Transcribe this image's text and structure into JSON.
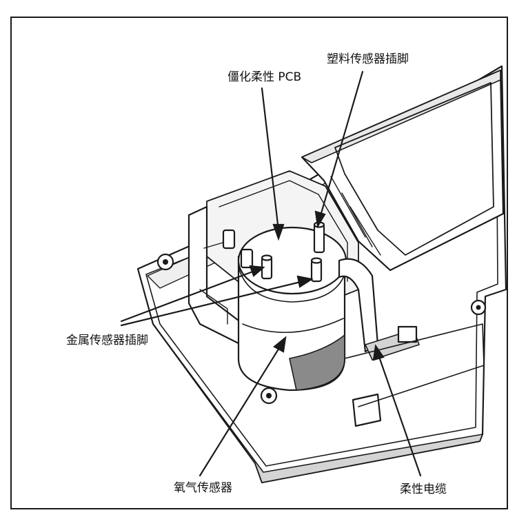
{
  "labels": {
    "pcb": "僵化柔性 PCB",
    "plastic_pin": "塑料传感器插脚",
    "metal_pin": "金属传感器插脚",
    "oxygen_sensor": "氧气传感器",
    "flex_cable": "柔性电缆"
  },
  "colors": {
    "line": "#1a1a1a",
    "body_fill": "#ffffff",
    "shade": "#d4d4d4",
    "dark_shade": "#8a8a8a"
  }
}
